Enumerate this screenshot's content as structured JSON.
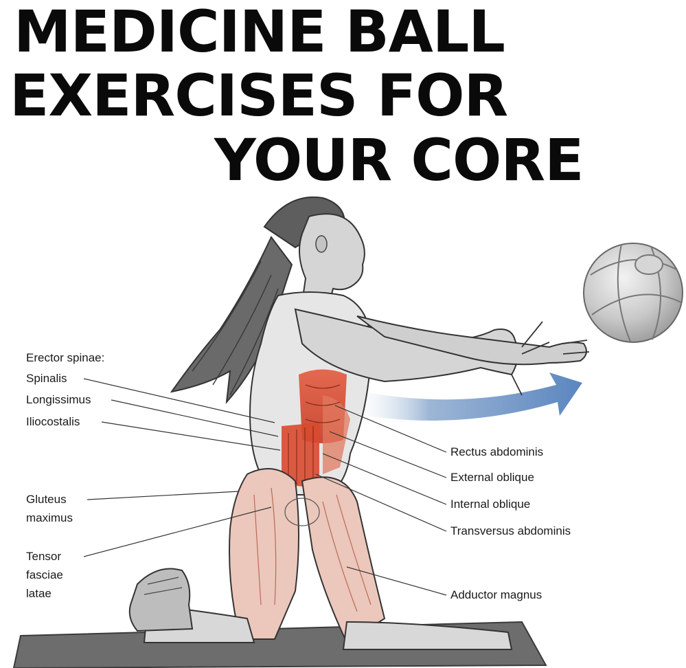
{
  "title": {
    "line1": "MEDICINE BALL",
    "line2": "EXERCISES FOR",
    "line3": "YOUR CORE"
  },
  "labels_left": {
    "erector_spinae": "Erector spinae:",
    "spinalis": "Spinalis",
    "longissimus": "Longissimus",
    "iliocostalis": "Iliocostalis",
    "gluteus_1": "Gluteus",
    "gluteus_2": "maximus",
    "tensor_1": "Tensor",
    "tensor_2": "fasciae",
    "tensor_3": "latae"
  },
  "labels_right": {
    "rectus_abdominis": "Rectus abdominis",
    "external_oblique": "External oblique",
    "internal_oblique": "Internal oblique",
    "transversus_abdominis": "Transversus abdominis",
    "adductor_magnus": "Adductor magnus"
  },
  "colors": {
    "muscle": "#d9482f",
    "arrow": "#6f95c4",
    "skin": "#d8d8d8",
    "mat": "#6b6b6b"
  }
}
